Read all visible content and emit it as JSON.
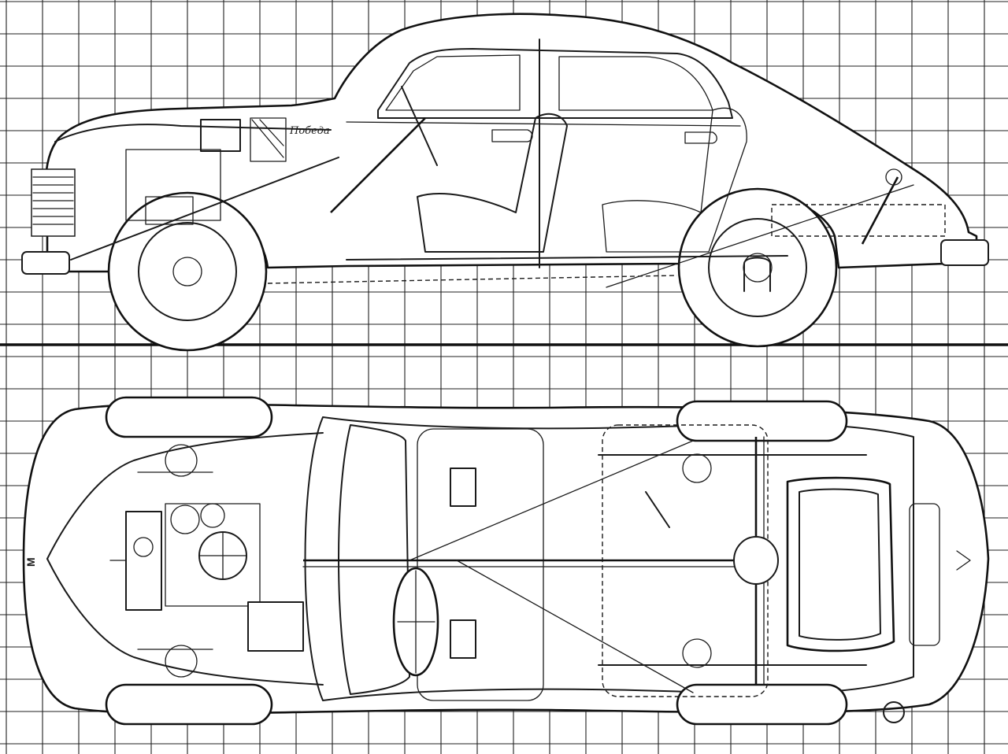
{
  "drawing": {
    "views": [
      "side-elevation",
      "top-plan"
    ],
    "badge_script": "Победа",
    "front_emblem": "М"
  }
}
